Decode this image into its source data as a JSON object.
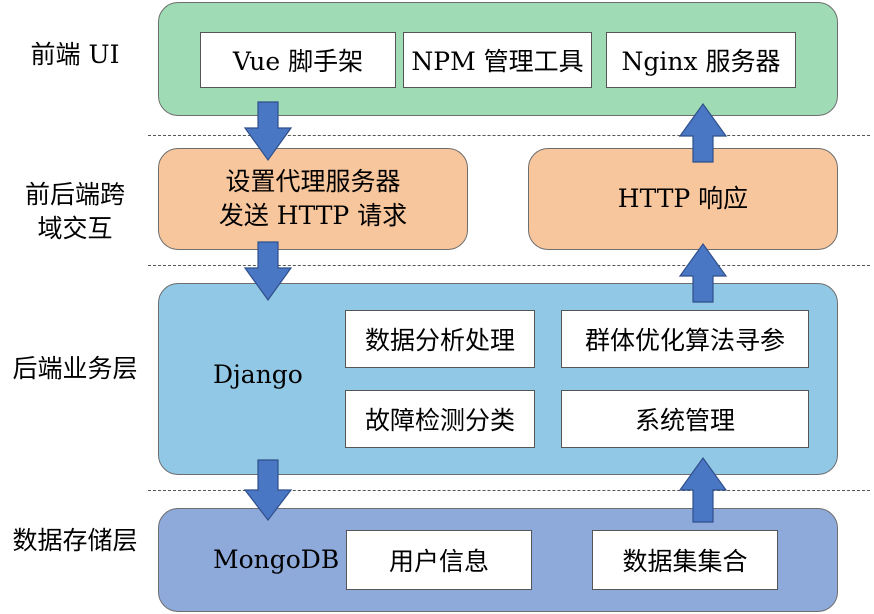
{
  "layers": {
    "frontend": "前端 UI",
    "cross_domain": [
      "前后端跨",
      "域交互"
    ],
    "backend": "后端业务层",
    "storage": "数据存储层"
  },
  "frontend_boxes": [
    "Vue 脚手架",
    "NPM 管理工具",
    "Nginx 服务器"
  ],
  "proxy_box": [
    "设置代理服务器",
    "发送 HTTP 请求"
  ],
  "response_box": "HTTP 响应",
  "backend_band": {
    "framework": "Django",
    "modules": [
      "数据分析处理",
      "群体优化算法寻参",
      "故障检测分类",
      "系统管理"
    ]
  },
  "storage_band": {
    "database": "MongoDB",
    "collections": [
      "用户信息",
      "数据集集合"
    ]
  },
  "colors": {
    "frontend": "#9fdcb6",
    "cross_domain": "#f8c69c",
    "backend": "#91c8e6",
    "storage": "#8eaadb",
    "arrow": "#4a77c4"
  }
}
